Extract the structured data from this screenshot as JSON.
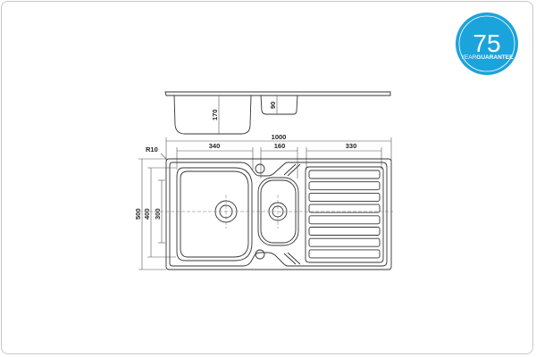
{
  "badge": {
    "number": "75",
    "text_light": "YEAR",
    "text_bold": "GUARANTEE",
    "color": "#1ba3dc"
  },
  "dimensions": {
    "overall_width": "1000",
    "main_bowl_width": "340",
    "small_bowl_width": "160",
    "drainer_width": "330",
    "corner_radius": "R10",
    "overall_depth": "500",
    "bowl_depth_outer": "400",
    "bowl_depth_inner": "300",
    "main_bowl_height": "170",
    "small_bowl_height": "90"
  }
}
